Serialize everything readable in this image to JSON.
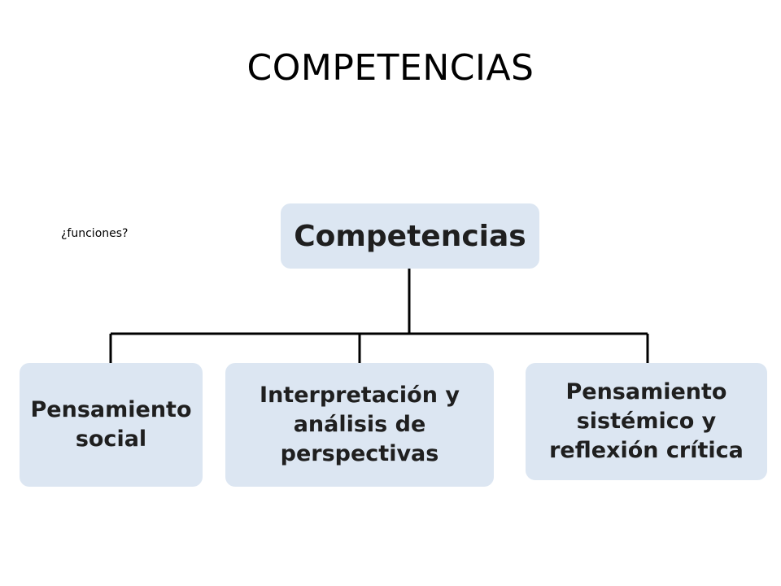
{
  "slide": {
    "title": "COMPETENCIAS",
    "note": "¿funciones?"
  },
  "diagram": {
    "root": {
      "label": "Competencias"
    },
    "children": [
      {
        "label": "Pensamiento\nsocial"
      },
      {
        "label": "Interpretación y\nanálisis de\nperspectivas"
      },
      {
        "label": "Pensamiento\nsistémico y\nreflexión crítica"
      }
    ],
    "colors": {
      "box_fill": "#dce6f2",
      "connector": "#000000",
      "text": "#1f1f1f"
    }
  }
}
